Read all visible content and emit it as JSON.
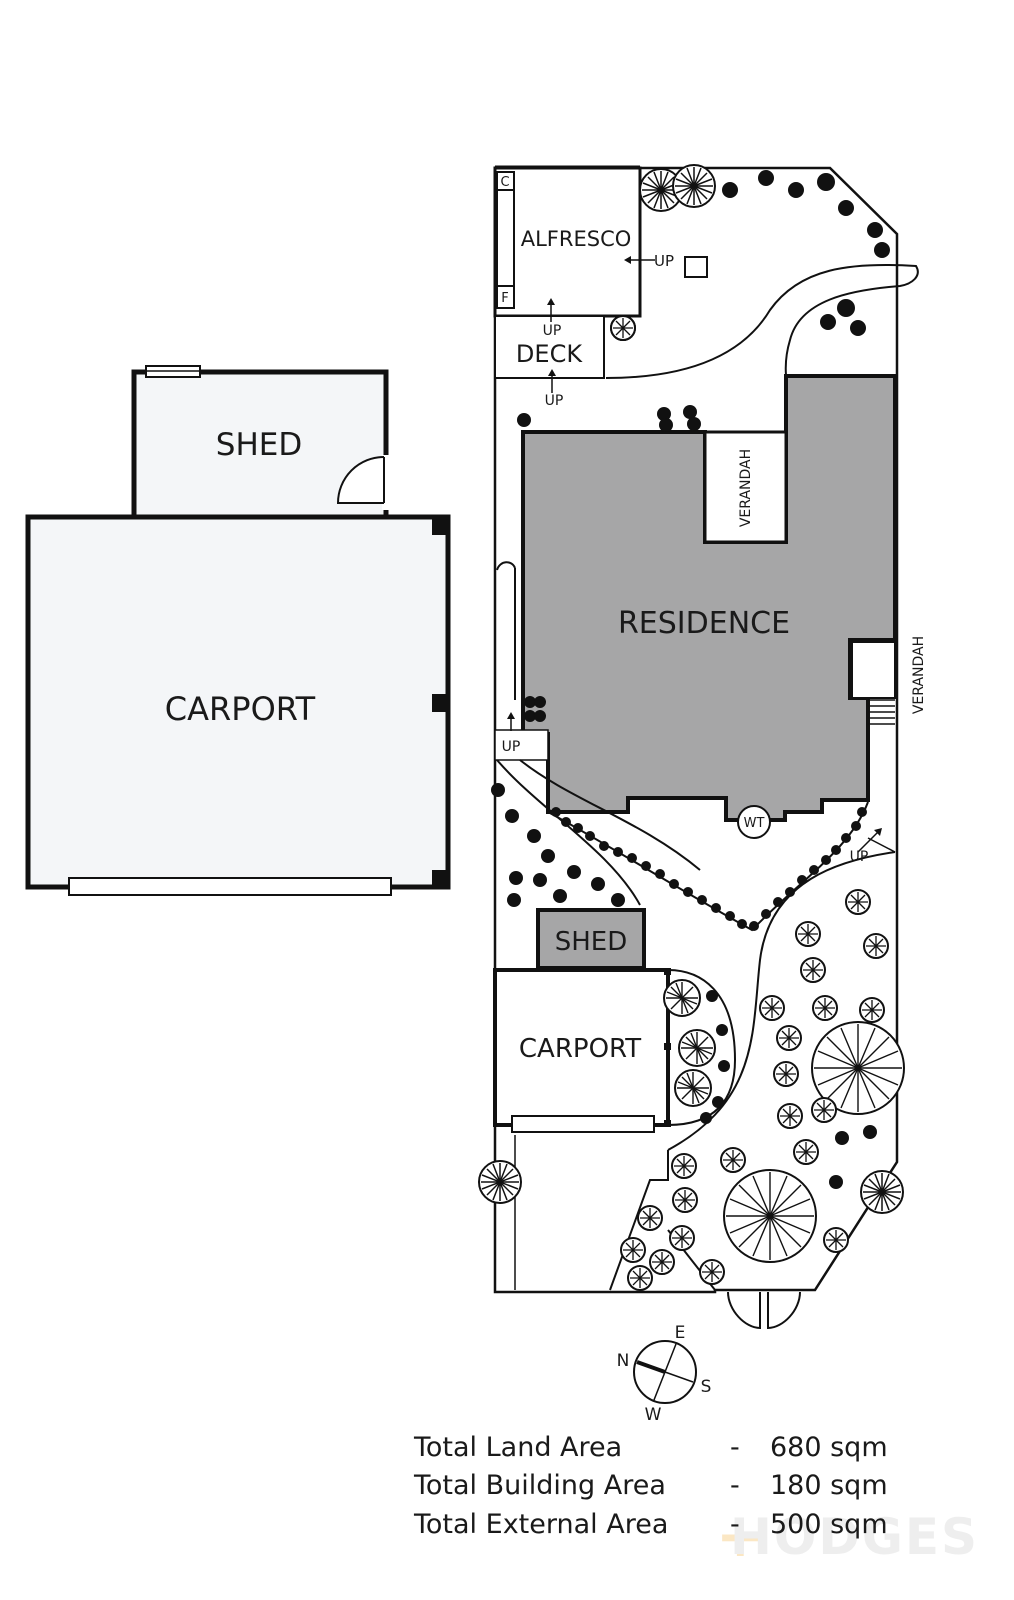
{
  "outbuilding": {
    "shed_label": "SHED",
    "carport_label": "CARPORT"
  },
  "site": {
    "alfresco_label": "ALFRESCO",
    "alfresco_c": "C",
    "alfresco_f": "F",
    "deck_label": "DECK",
    "up_label": "UP",
    "residence_label": "RESIDENCE",
    "verandah_label": "VERANDAH",
    "wt_label": "WT",
    "shed_label": "SHED",
    "carport_label": "CARPORT"
  },
  "compass": {
    "n": "N",
    "e": "E",
    "s": "S",
    "w": "W"
  },
  "areas": [
    {
      "name": "Total Land Area",
      "dash": "-",
      "value": "680 sqm"
    },
    {
      "name": "Total Building Area",
      "dash": "-",
      "value": "180 sqm"
    },
    {
      "name": "Total External Area",
      "dash": "-",
      "value": "500 sqm"
    }
  ],
  "watermark": "HODGES",
  "colors": {
    "residence": "#a6a6a7",
    "shed": "#a6a6a7",
    "outbuilding": "#f4f6f8",
    "line": "#111111"
  }
}
